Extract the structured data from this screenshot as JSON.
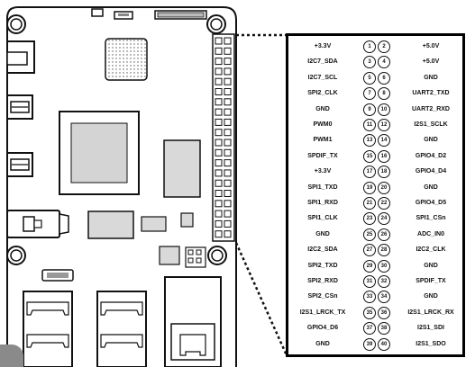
{
  "pinout": {
    "rows": [
      {
        "left": "+3.3V",
        "odd": "1",
        "even": "2",
        "right": "+5.0V"
      },
      {
        "left": "I2C7_SDA",
        "odd": "3",
        "even": "4",
        "right": "+5.0V"
      },
      {
        "left": "I2C7_SCL",
        "odd": "5",
        "even": "6",
        "right": "GND"
      },
      {
        "left": "SPI2_CLK",
        "odd": "7",
        "even": "8",
        "right": "UART2_TXD"
      },
      {
        "left": "GND",
        "odd": "9",
        "even": "10",
        "right": "UART2_RXD"
      },
      {
        "left": "PWM0",
        "odd": "11",
        "even": "12",
        "right": "I2S1_SCLK"
      },
      {
        "left": "PWM1",
        "odd": "13",
        "even": "14",
        "right": "GND"
      },
      {
        "left": "SPDIF_TX",
        "odd": "15",
        "even": "16",
        "right": "GPIO4_D2"
      },
      {
        "left": "+3.3V",
        "odd": "17",
        "even": "18",
        "right": "GPIO4_D4"
      },
      {
        "left": "SPI1_TXD",
        "odd": "19",
        "even": "20",
        "right": "GND"
      },
      {
        "left": "SPI1_RXD",
        "odd": "21",
        "even": "22",
        "right": "GPIO4_D5"
      },
      {
        "left": "SPI1_CLK",
        "odd": "23",
        "even": "24",
        "right": "SPI1_CSn"
      },
      {
        "left": "GND",
        "odd": "25",
        "even": "26",
        "right": "ADC_IN0"
      },
      {
        "left": "I2C2_SDA",
        "odd": "27",
        "even": "28",
        "right": "I2C2_CLK"
      },
      {
        "left": "SPI2_TXD",
        "odd": "29",
        "even": "30",
        "right": "GND"
      },
      {
        "left": "SPI2_RXD",
        "odd": "31",
        "even": "32",
        "right": "SPDIF_TX"
      },
      {
        "left": "SPI2_CSn",
        "odd": "33",
        "even": "34",
        "right": "GND"
      },
      {
        "left": "I2S1_LRCK_TX",
        "odd": "35",
        "even": "36",
        "right": "I2S1_LRCK_RX"
      },
      {
        "left": "GPIO4_D6",
        "odd": "37",
        "even": "38",
        "right": "I2S1_SDI"
      },
      {
        "left": "GND",
        "odd": "39",
        "even": "40",
        "right": "I2S1_SDO"
      }
    ]
  },
  "board": {
    "icons": [
      "usb-port-icon",
      "ethernet-port-icon",
      "hdmi-port-icon",
      "audio-jack-icon",
      "mounting-hole-icon"
    ]
  },
  "colors": {
    "line": "#111111",
    "board_fill": "#ffffff",
    "chip_fill": "#d9d9d9",
    "chip_dark": "#bdbdbd",
    "overlay": "#8a8a8a"
  }
}
